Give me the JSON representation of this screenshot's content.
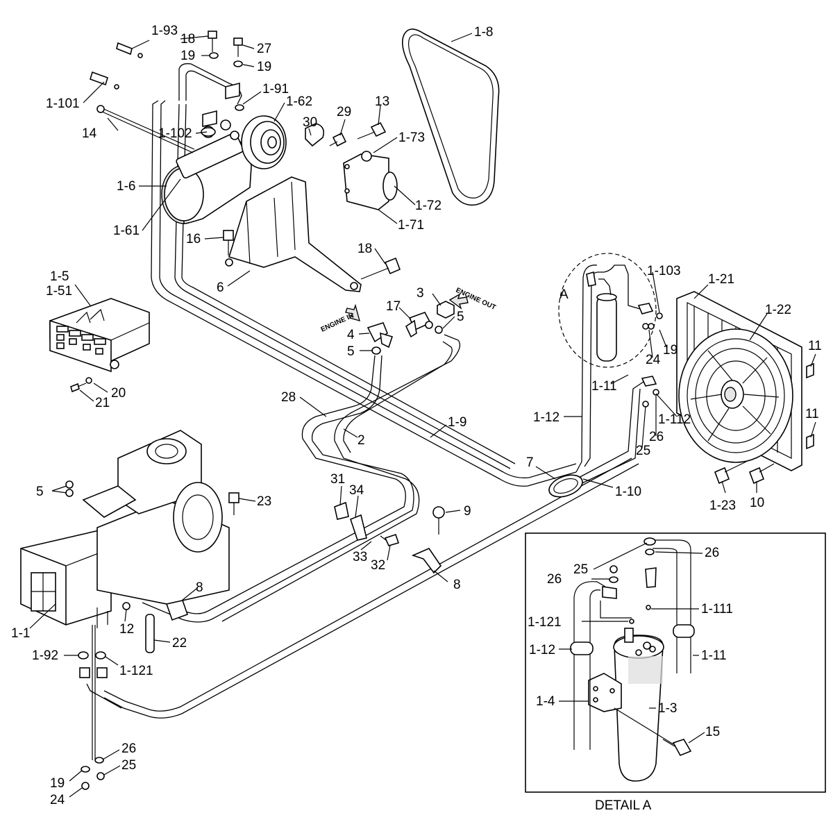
{
  "diagram": {
    "detail_title": "DETAIL A",
    "detail_marker": "A",
    "flow_labels": {
      "engine_in": "ENGINE IN",
      "engine_out": "ENGINE OUT"
    },
    "callouts": [
      "1-93",
      "18",
      "27",
      "19",
      "19",
      "1-101",
      "1-91",
      "1-62",
      "14",
      "1-102",
      "29",
      "13",
      "30",
      "1-73",
      "1-6",
      "1-61",
      "1-72",
      "1-71",
      "1-8",
      "16",
      "18",
      "6",
      "1-5",
      "1-51",
      "3",
      "17",
      "5",
      "4",
      "5",
      "20",
      "21",
      "1-103",
      "1-21",
      "1-22",
      "24",
      "19",
      "1-11",
      "1-112",
      "26",
      "25",
      "11",
      "11",
      "1-12",
      "28",
      "2",
      "1-9",
      "7",
      "1-10",
      "1-23",
      "10",
      "5",
      "23",
      "31",
      "34",
      "9",
      "33",
      "32",
      "8",
      "8",
      "12",
      "22",
      "1-1",
      "1-92",
      "1-121",
      "26",
      "25",
      "19",
      "24",
      "25",
      "26",
      "26",
      "1-121",
      "1-111",
      "1-12",
      "1-11",
      "1-4",
      "1-3",
      "15"
    ]
  }
}
